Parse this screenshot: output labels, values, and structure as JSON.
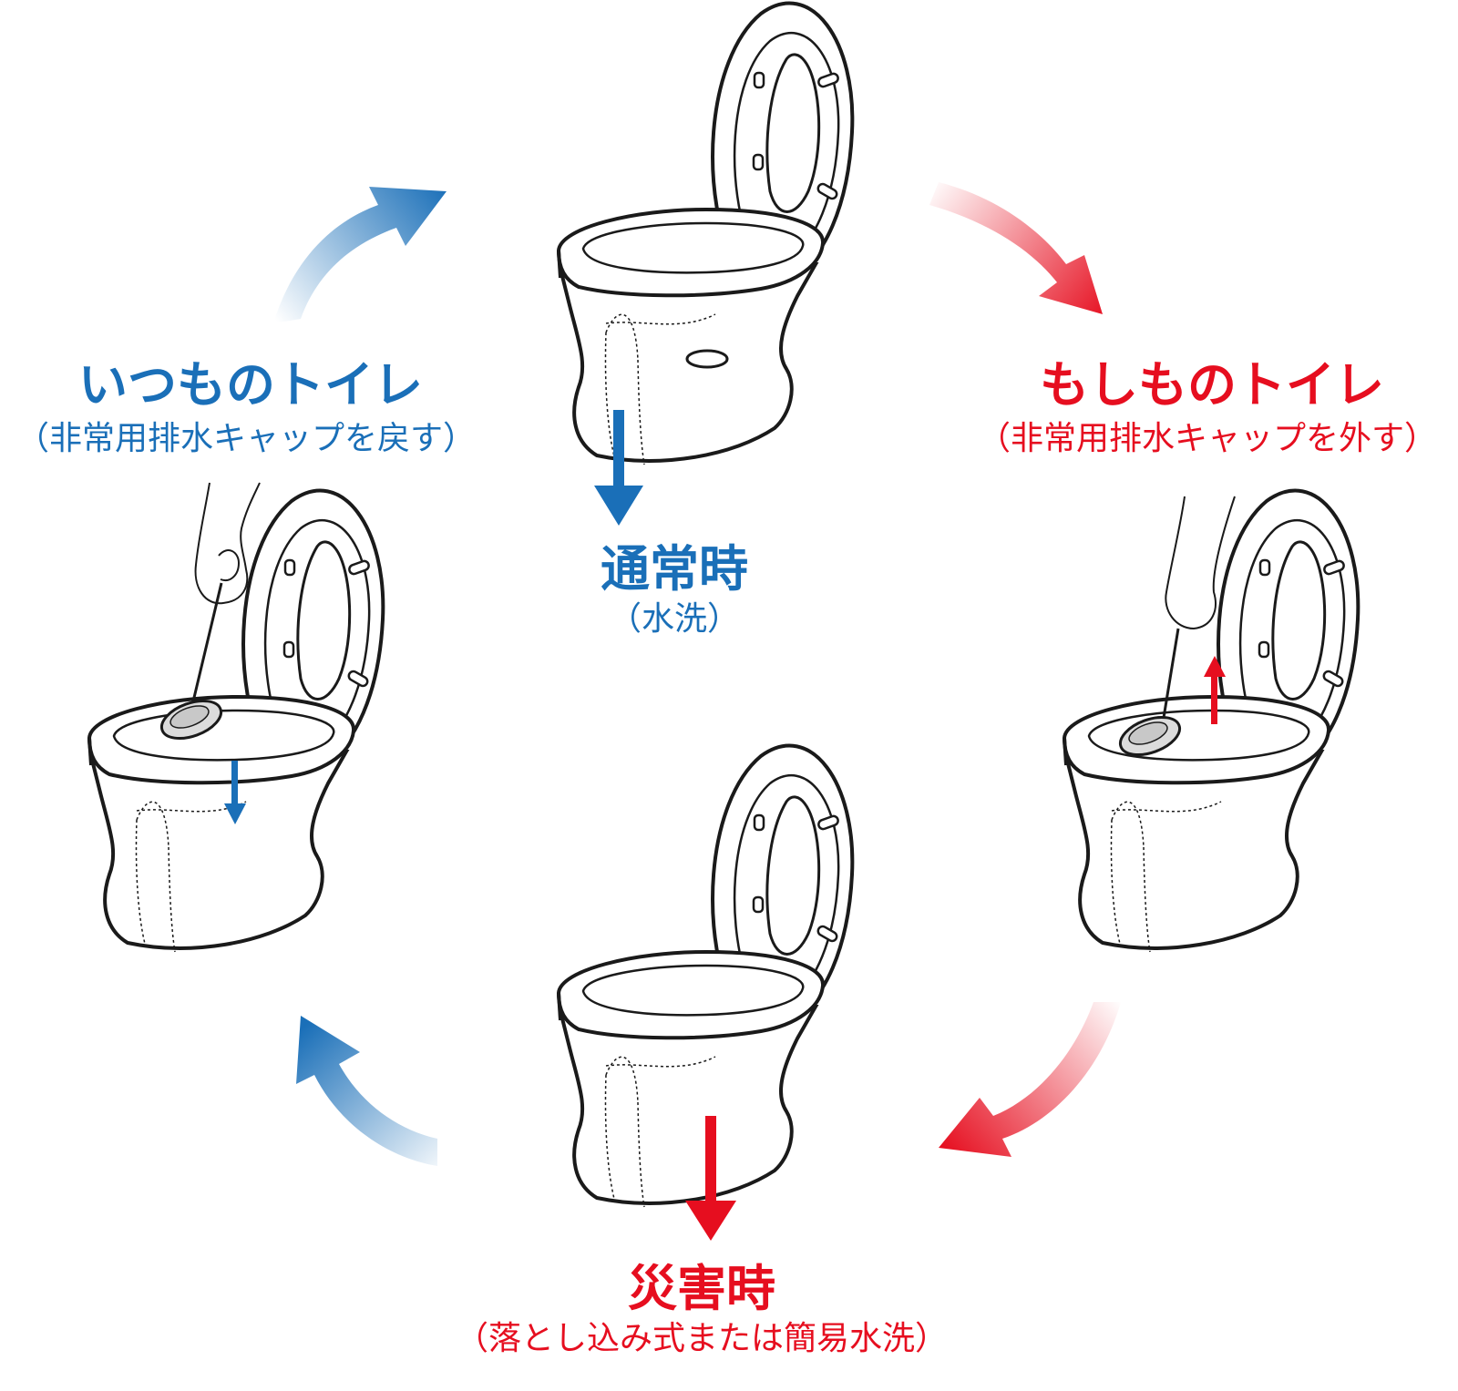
{
  "colors": {
    "blue": "#1a6fb8",
    "red": "#e60e1f",
    "line": "#1a1a1a",
    "pipe": "#efefef"
  },
  "states": {
    "normal": {
      "title": "通常時",
      "subtitle": "（水洗）"
    },
    "disaster": {
      "title": "災害時",
      "subtitle": "（落とし込み式または簡易水洗）"
    }
  },
  "transitions": {
    "everyday": {
      "title": "いつものトイレ",
      "subtitle": "（非常用排水キャップを戻す）"
    },
    "emergency": {
      "title": "もしものトイレ",
      "subtitle": "（非常用排水キャップを外す）"
    }
  },
  "icons": [
    "cycle-arrow-icon",
    "down-arrow-icon",
    "up-arrow-icon",
    "toilet-icon",
    "hand-icon",
    "drain-cap-icon"
  ]
}
